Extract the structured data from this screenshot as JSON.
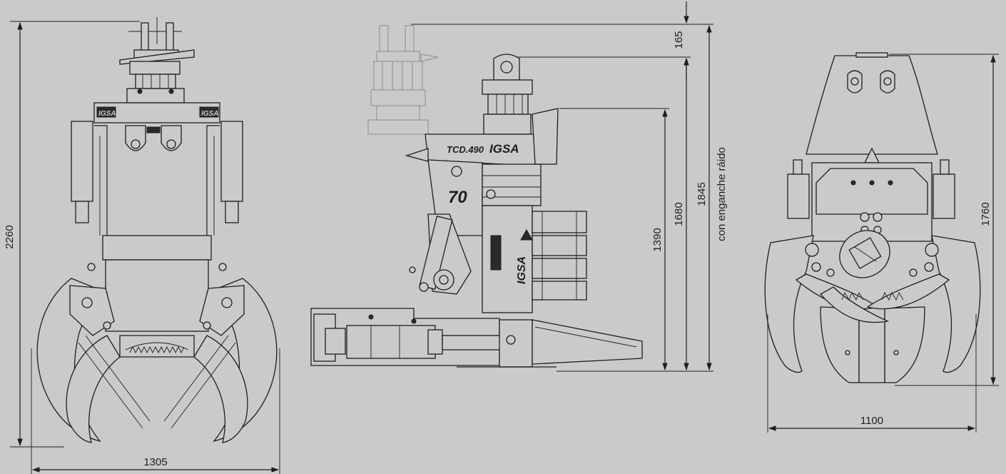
{
  "diagram": {
    "front_view": {
      "height_label": "2260",
      "width_label": "1305",
      "logo_left": "IGSA",
      "logo_right": "IGSA"
    },
    "side_view": {
      "top_offset_label": "165",
      "tall_label": "1845",
      "tall_note": "con enganche ráido",
      "mid_label": "1680",
      "low_label": "1390",
      "model_label": "TCD.490",
      "brand_label": "IGSA",
      "anniversary_label": "70",
      "side_brand_label": "IGSA"
    },
    "back_view": {
      "height_label": "1760",
      "width_label": "1100"
    },
    "colors": {
      "background": "#c9cbc9",
      "line": "#1e1e1e",
      "ghost": "#8a8c8a"
    }
  }
}
